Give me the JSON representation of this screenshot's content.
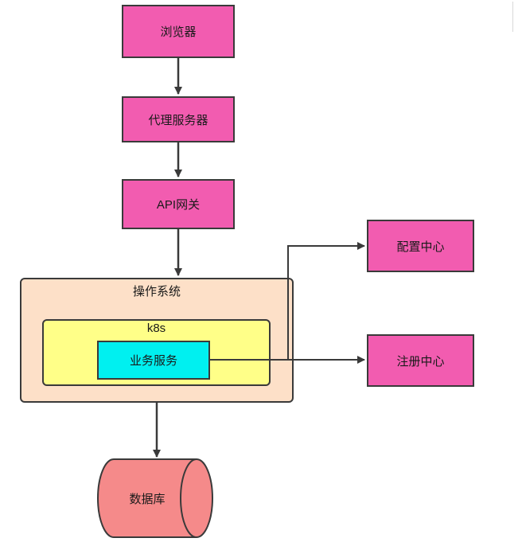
{
  "nodes": {
    "browser": "浏览器",
    "proxy": "代理服务器",
    "gateway": "API网关",
    "config_center": "配置中心",
    "registry_center": "注册中心",
    "os": "操作系统",
    "k8s": "k8s",
    "business_service": "业务服务",
    "database": "数据库"
  },
  "colors": {
    "node_fill": "#f25cb0",
    "os_fill": "#fde0c8",
    "k8s_fill": "#ffff88",
    "service_fill": "#00f0f0",
    "database_fill": "#f58a8a",
    "stroke": "#3a3a3a"
  }
}
